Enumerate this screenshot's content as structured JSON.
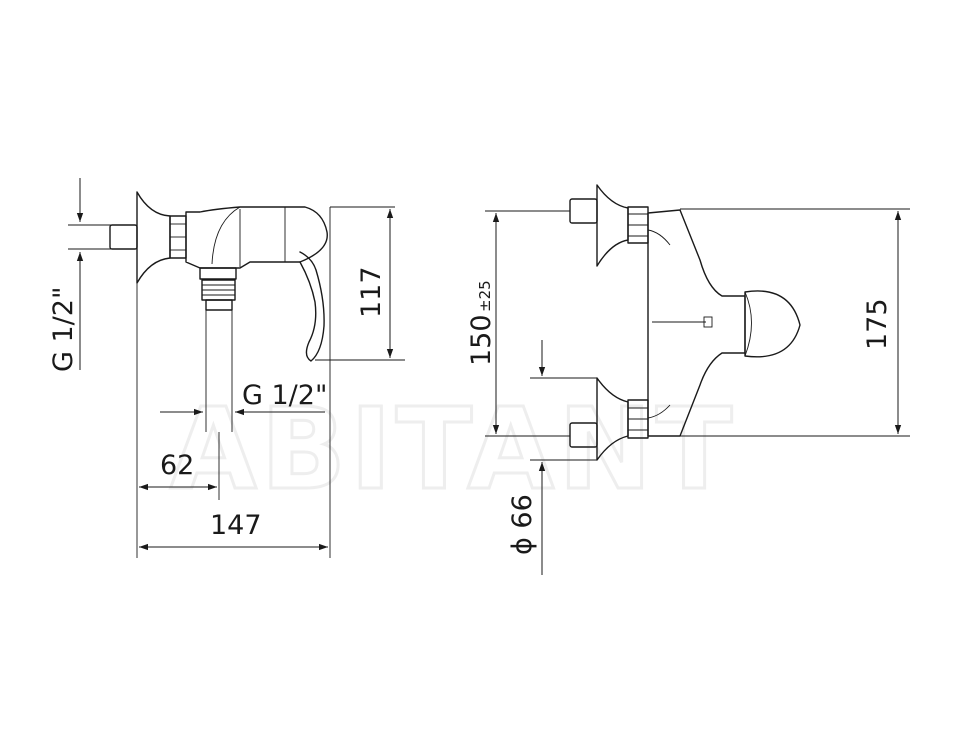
{
  "watermark": "ABITANT",
  "side_view": {
    "dim_height": "117",
    "dim_inlet_thread": "G 1/2\"",
    "dim_outlet_thread": "G 1/2\"",
    "dim_offset": "62",
    "dim_depth": "147"
  },
  "front_view": {
    "dim_center_distance": "150",
    "dim_center_tolerance": "±25",
    "dim_height": "175",
    "dim_rosette_diameter": "ϕ 66"
  }
}
